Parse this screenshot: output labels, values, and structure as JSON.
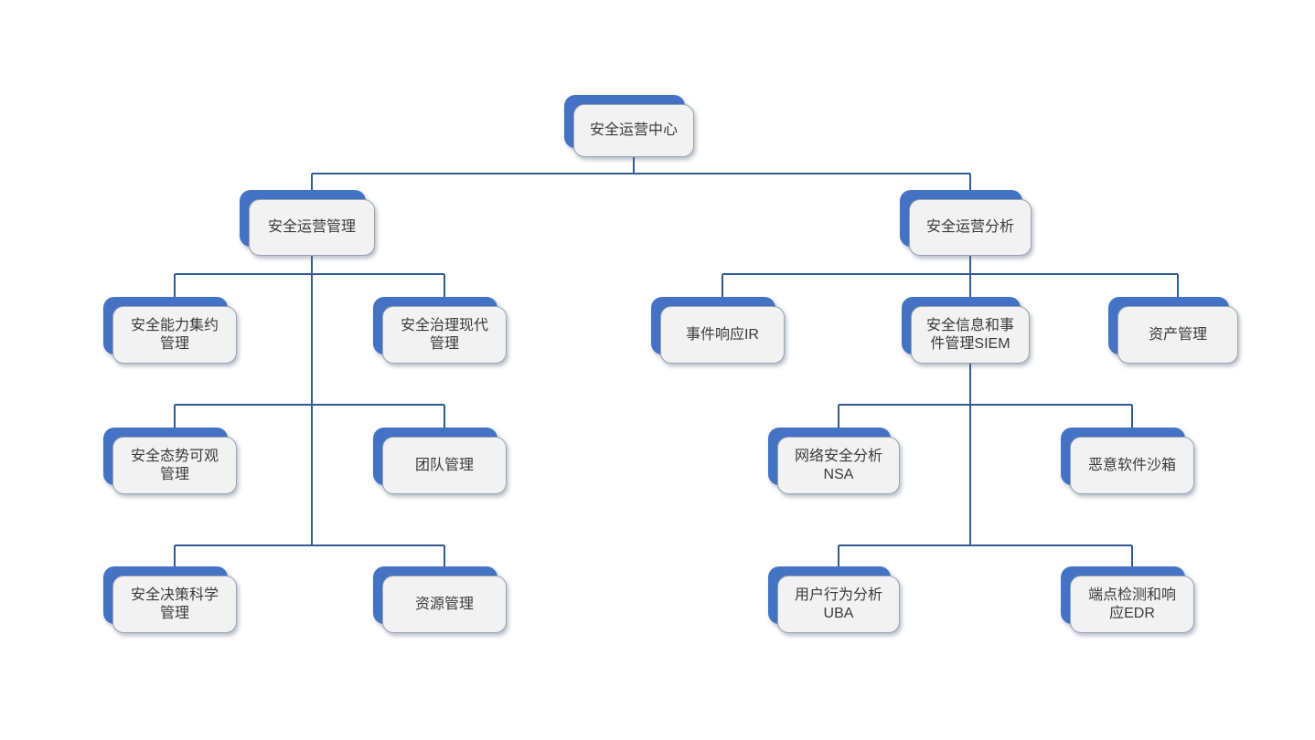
{
  "diagram": {
    "type": "org-chart",
    "root_label": "安全运营中心",
    "colors": {
      "card_back": "#4472c4",
      "card_front": "#f2f2f3",
      "card_border": "#9aa3b5",
      "connector": "#2f5b96",
      "text": "#3a3a3a"
    },
    "nodes": [
      {
        "label": "安全运营中心"
      },
      {
        "label": "安全运营管理"
      },
      {
        "label": "安全运营分析"
      },
      {
        "label": "安全能力集约\n管理"
      },
      {
        "label": "安全治理现代\n管理"
      },
      {
        "label": "安全态势可观\n管理"
      },
      {
        "label": "团队管理"
      },
      {
        "label": "安全决策科学\n管理"
      },
      {
        "label": "资源管理"
      },
      {
        "label": "事件响应IR"
      },
      {
        "label": "安全信息和事\n件管理SIEM"
      },
      {
        "label": "资产管理"
      },
      {
        "label": "网络安全分析\nNSA"
      },
      {
        "label": "恶意软件沙箱"
      },
      {
        "label": "用户行为分析\nUBA"
      },
      {
        "label": "端点检测和响\n应EDR"
      }
    ],
    "edges": [
      {
        "from": "安全运营中心",
        "to": "安全运营管理"
      },
      {
        "from": "安全运营中心",
        "to": "安全运营分析"
      },
      {
        "from": "安全运营管理",
        "to": "安全能力集约管理"
      },
      {
        "from": "安全运营管理",
        "to": "安全治理现代管理"
      },
      {
        "from": "安全运营管理",
        "to": "安全态势可观管理"
      },
      {
        "from": "安全运营管理",
        "to": "团队管理"
      },
      {
        "from": "安全运营管理",
        "to": "安全决策科学管理"
      },
      {
        "from": "安全运营管理",
        "to": "资源管理"
      },
      {
        "from": "安全运营分析",
        "to": "事件响应IR"
      },
      {
        "from": "安全运营分析",
        "to": "安全信息和事件管理SIEM"
      },
      {
        "from": "安全运营分析",
        "to": "资产管理"
      },
      {
        "from": "安全信息和事件管理SIEM",
        "to": "网络安全分析NSA"
      },
      {
        "from": "安全信息和事件管理SIEM",
        "to": "恶意软件沙箱"
      },
      {
        "from": "安全信息和事件管理SIEM",
        "to": "用户行为分析UBA"
      },
      {
        "from": "安全信息和事件管理SIEM",
        "to": "端点检测和响应EDR"
      }
    ]
  }
}
